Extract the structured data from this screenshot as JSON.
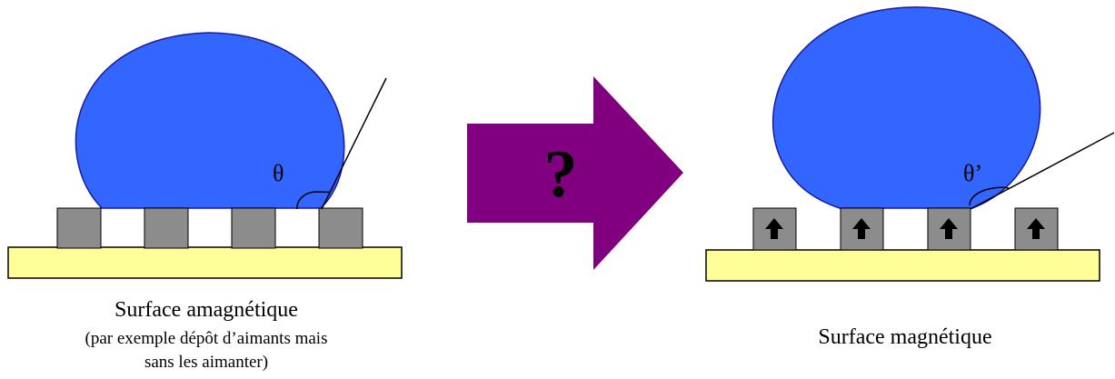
{
  "left_panel": {
    "angle_label": "θ",
    "caption_main": "Surface amagnétique",
    "caption_sub_line1": "(par exemple dépôt d’aimants mais",
    "caption_sub_line2": "sans les aimanter)"
  },
  "center_arrow": {
    "label": "?"
  },
  "right_panel": {
    "angle_label": "θ’",
    "caption_main": "Surface magnétique"
  },
  "colors": {
    "drop": "#3366ff",
    "drop_stroke": "#1a1aa0",
    "substrate": "#ffff99",
    "pillar": "#8c8c8c",
    "arrow": "#800080"
  }
}
